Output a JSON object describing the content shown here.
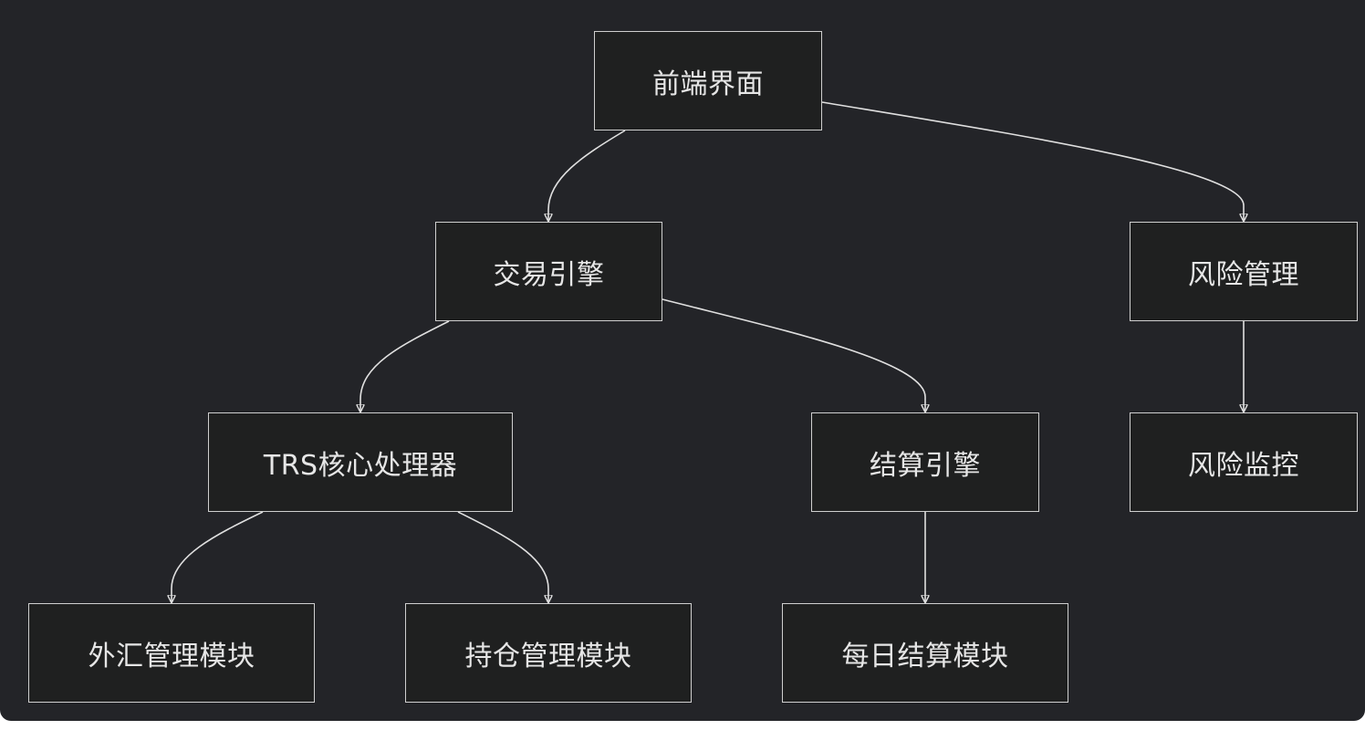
{
  "diagram": {
    "nodes": [
      {
        "id": "frontend",
        "label": "前端界面"
      },
      {
        "id": "trading",
        "label": "交易引擎"
      },
      {
        "id": "risk",
        "label": "风险管理"
      },
      {
        "id": "trs",
        "label": "TRS核心处理器"
      },
      {
        "id": "settlement",
        "label": "结算引擎"
      },
      {
        "id": "riskmon",
        "label": "风险监控"
      },
      {
        "id": "fx",
        "label": "外汇管理模块"
      },
      {
        "id": "position",
        "label": "持仓管理模块"
      },
      {
        "id": "daily",
        "label": "每日结算模块"
      }
    ],
    "edges": [
      {
        "from": "frontend",
        "to": "trading"
      },
      {
        "from": "frontend",
        "to": "risk"
      },
      {
        "from": "trading",
        "to": "trs"
      },
      {
        "from": "trading",
        "to": "settlement"
      },
      {
        "from": "risk",
        "to": "riskmon"
      },
      {
        "from": "trs",
        "to": "fx"
      },
      {
        "from": "trs",
        "to": "position"
      },
      {
        "from": "settlement",
        "to": "daily"
      }
    ]
  }
}
